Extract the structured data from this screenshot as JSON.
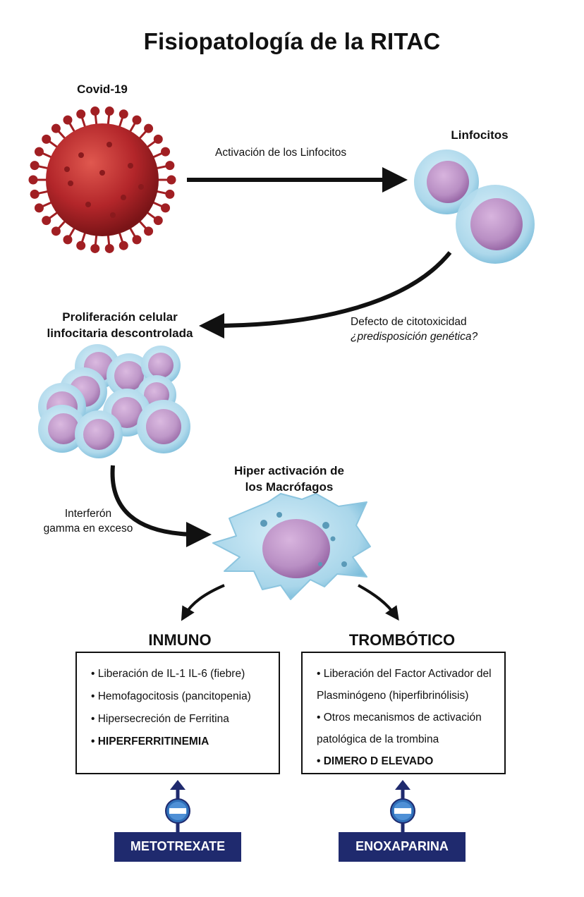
{
  "title": "Fisiopatología de la RITAC",
  "labels": {
    "covid": "Covid-19",
    "linfocitos": "Linfocitos",
    "activacion": "Activación de los Linfocitos",
    "defecto_line1": "Defecto de citotoxicidad",
    "defecto_line2": "¿predisposición genética?",
    "proliferacion_line1": "Proliferación celular",
    "proliferacion_line2": "linfocitaria descontrolada",
    "hiper_line1": "Hiper activación de",
    "hiper_line2": "los Macrófagos",
    "interferon_line1": "Interferón",
    "interferon_line2": "gamma en exceso"
  },
  "inmuno": {
    "heading": "INMUNO",
    "items": [
      "• Liberación de IL-1 IL-6 (fiebre)",
      "• Hemofagocitosis (pancitopenia)",
      "• Hipersecreción de Ferritina",
      "• HIPERFERRITINEMIA"
    ],
    "drug": "METOTREXATE"
  },
  "trombotico": {
    "heading": "TROMBÓTICO",
    "items": [
      "• Liberación del Factor Activador del",
      "Plasminógeno (hiperfibrinólisis)",
      "• Otros mecanismos de activación",
      "patológica de la trombina",
      "• DIMERO D ELEVADO"
    ],
    "drug": "ENOXAPARINA"
  },
  "colors": {
    "virus": "#b3262a",
    "cell_membrane": "#a9d6ea",
    "nucleus": "#b98fc4",
    "drug_bg": "#1f2a6e",
    "arrow": "#111111"
  },
  "icons": [
    "virus-icon",
    "lymphocyte-icon",
    "macrophage-icon",
    "inhibit-icon"
  ]
}
